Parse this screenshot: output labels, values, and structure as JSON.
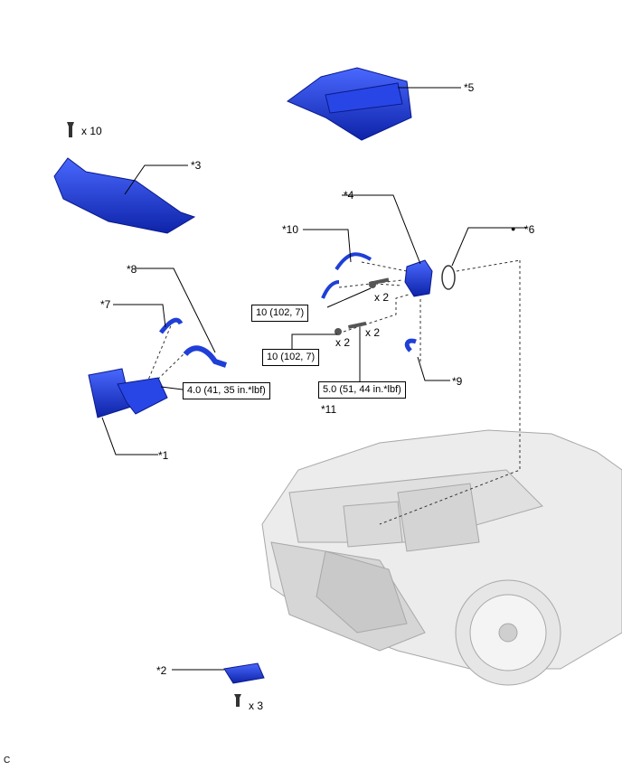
{
  "callouts": {
    "c1": "*1",
    "c2": "*2",
    "c3": "*3",
    "c4": "*4",
    "c5": "*5",
    "c6": "*6",
    "c7": "*7",
    "c8": "*8",
    "c9": "*9",
    "c10": "*10",
    "c11": "*11"
  },
  "quantities": {
    "q_top_bolt": "x 10",
    "q_bottom_bolt": "x 3",
    "q_bolt_upper": "x 2",
    "q_nut": "x 2",
    "q_stud": "x 2"
  },
  "torques": {
    "t_upper": "10 (102, 7)",
    "t_lower": "10 (102, 7)",
    "t_stud": "5.0 (51, 44 in.*lbf)",
    "t_hose": "4.0 (41, 35 in.*lbf)"
  },
  "marks": {
    "bullet": "●",
    "corner": "C"
  },
  "colors": {
    "part_blue": "#1f3fd6",
    "part_dark": "#0a1a8c",
    "car_gray": "#dcdcdc",
    "car_line": "#9a9a9a"
  }
}
